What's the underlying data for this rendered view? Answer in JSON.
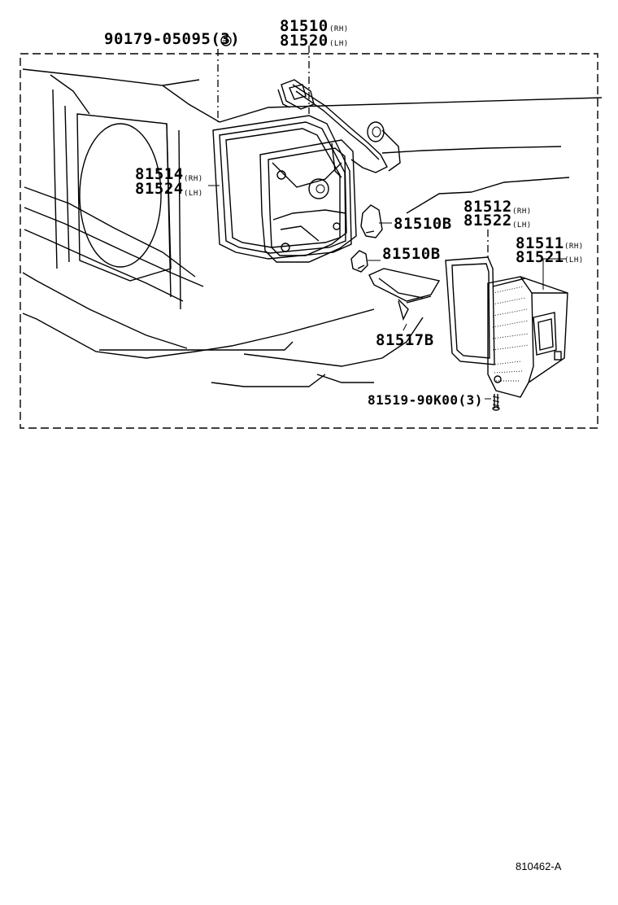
{
  "callouts": {
    "screw_top": "90179-05095(3)",
    "rear_lamp": "81510",
    "rear_lamp_rh": "(RH)",
    "rear_lamp_lh_part": "81520",
    "rear_lamp_lh": "(LH)",
    "gasket_rh_part": "81514",
    "gasket_rh": "(RH)",
    "gasket_lh_part": "81524",
    "gasket_lh": "(LH)",
    "bulb_a": "81510B",
    "bulb_b": "81510B",
    "lens_gasket_rh_part": "81512",
    "lens_gasket_rh": "(RH)",
    "lens_gasket_lh_part": "81522",
    "lens_gasket_lh": "(LH)",
    "lens_rh_part": "81511",
    "lens_rh": "(RH)",
    "lens_lh_part": "81521",
    "lens_lh": "(LH)",
    "reflector": "81517B",
    "screw_bottom": "81519-90K00(3)"
  },
  "figure_code": "810462-A",
  "icons": {
    "screw_head": "screw-icon",
    "bulb": "bulb-icon",
    "connector": "connector-icon"
  }
}
